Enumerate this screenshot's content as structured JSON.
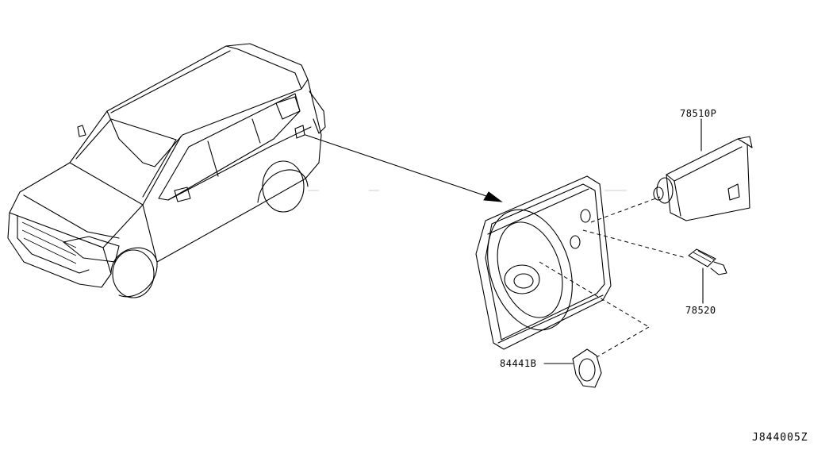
{
  "diagram": {
    "parts": [
      {
        "id": "fuel-lid-opener-actuator",
        "part_no": "78510P"
      },
      {
        "id": "actuator-rod",
        "part_no": "78520"
      },
      {
        "id": "clip",
        "part_no": "84441B"
      }
    ],
    "reference_code": "J844005Z"
  }
}
